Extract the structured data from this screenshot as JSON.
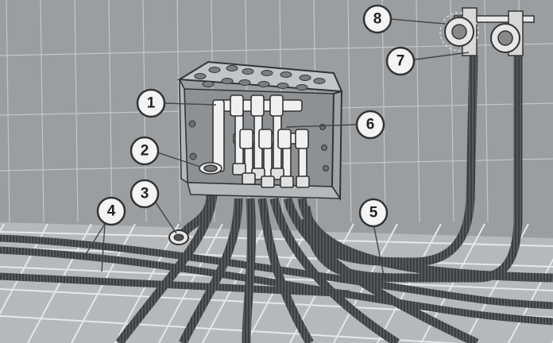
{
  "callouts": [
    {
      "id": 1,
      "label": "1"
    },
    {
      "id": 2,
      "label": "2"
    },
    {
      "id": 3,
      "label": "3"
    },
    {
      "id": 4,
      "label": "4"
    },
    {
      "id": 5,
      "label": "5"
    },
    {
      "id": 6,
      "label": "6"
    },
    {
      "id": 7,
      "label": "7"
    },
    {
      "id": 8,
      "label": "8"
    }
  ],
  "colors": {
    "wall": "#9a9ea1",
    "tile_line": "#c4c7c9",
    "floor": "#b0b3b5",
    "floor_tile_light": "#e8e9ea",
    "box_face": "#a8abad",
    "box_top": "#c3c6c8",
    "pipe_dark": "#4a4c4e",
    "fitting_light": "#f0f0f0",
    "callout_bg": "#f4f4f4"
  }
}
